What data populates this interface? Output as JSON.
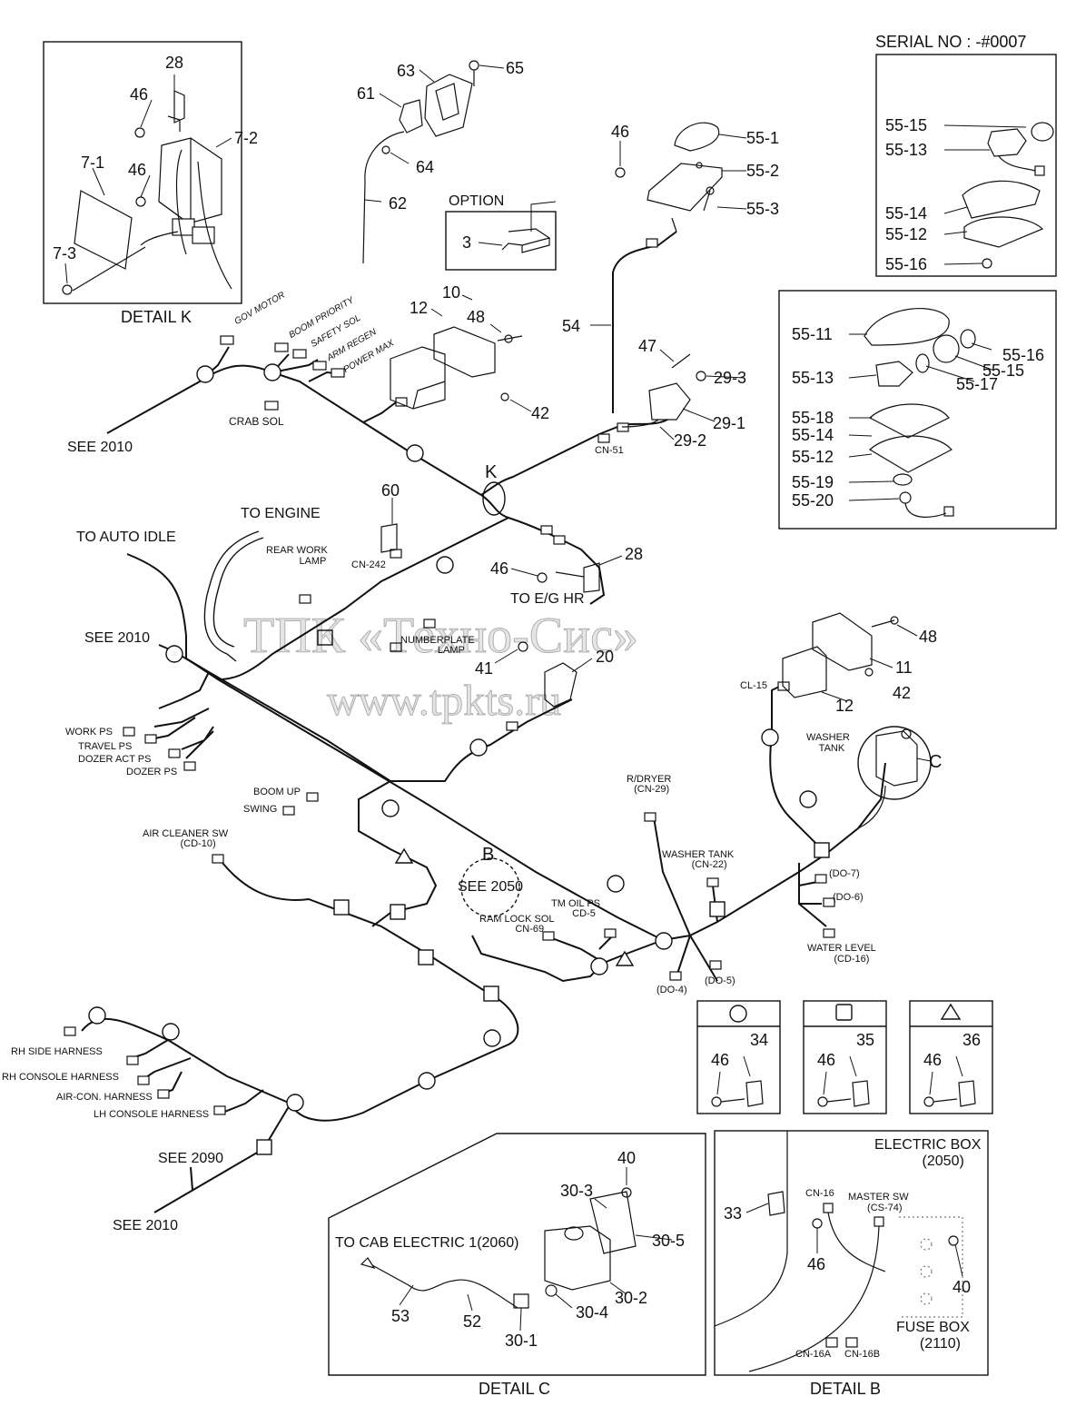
{
  "serial": "SERIAL NO : -#0007",
  "watermark": {
    "line1": "ТПК «Техно-Сис»",
    "line2": "www.tpkts.ru"
  },
  "detail_titles": {
    "k": "DETAIL K",
    "c": "DETAIL C",
    "b": "DETAIL B"
  },
  "option_label": "OPTION",
  "callouts": {
    "c28a": "28",
    "c46a": "46",
    "c72": "7-2",
    "c71": "7-1",
    "c46b": "46",
    "c73": "7-3",
    "c63": "63",
    "c65": "65",
    "c61": "61",
    "c64": "64",
    "c62": "62",
    "c46c": "46",
    "c551": "55-1",
    "c552": "55-2",
    "c553": "55-3",
    "c3": "3",
    "c5515a": "55-15",
    "c5513a": "55-13",
    "c5514a": "55-14",
    "c5512a": "55-12",
    "c5516a": "55-16",
    "c5511": "55-11",
    "c5516b": "55-16",
    "c5515b": "55-15",
    "c5513b": "55-13",
    "c5517": "55-17",
    "c5518": "55-18",
    "c5514b": "55-14",
    "c5512b": "55-12",
    "c5519": "55-19",
    "c5520": "55-20",
    "c10": "10",
    "c12a": "12",
    "c48a": "48",
    "c42a": "42",
    "c54": "54",
    "c47": "47",
    "c293": "29-3",
    "c291": "29-1",
    "c292": "29-2",
    "cK": "K",
    "c60": "60",
    "c28b": "28",
    "c46d": "46",
    "c20": "20",
    "c41": "41",
    "c48b": "48",
    "c11": "11",
    "c42b": "42",
    "c12b": "12",
    "cC": "C",
    "cB": "B",
    "c46e": "46",
    "c34": "34",
    "c46f": "46",
    "c35": "35",
    "c46g": "46",
    "c36": "36",
    "c40a": "40",
    "c303": "30-3",
    "c305": "30-5",
    "c302": "30-2",
    "c304": "30-4",
    "c301": "30-1",
    "c53": "53",
    "c52": "52",
    "c33": "33",
    "c46h": "46",
    "c40b": "40"
  },
  "labels": {
    "gov_motor": "GOV MOTOR",
    "boom_priority": "BOOM PRIORITY",
    "safety_sol": "SAFETY SOL",
    "arm_regen": "ARM REGEN",
    "power_max": "POWER MAX",
    "crab_sol": "CRAB SOL",
    "see2010a": "SEE 2010",
    "see2010b": "SEE 2010",
    "see2010c": "SEE 2010",
    "see2050": "SEE 2050",
    "see2090": "SEE 2090",
    "to_engine": "TO ENGINE",
    "to_auto_idle": "TO AUTO IDLE",
    "rear_work_lamp_1": "REAR WORK",
    "rear_work_lamp_2": "LAMP",
    "cn242": "CN-242",
    "to_eg_hr": "TO E/G HR",
    "cn51": "CN-51",
    "numberplate_1": "NUMBERPLATE",
    "numberplate_2": "LAMP",
    "cl15": "CL-15",
    "washer_tank_1": "WASHER",
    "washer_tank_2": "TANK",
    "work_ps": "WORK PS",
    "travel_ps": "TRAVEL PS",
    "dozer_act_ps": "DOZER ACT PS",
    "dozer_ps": "DOZER PS",
    "boom_up": "BOOM UP",
    "swing": "SWING",
    "air_cleaner_1": "AIR CLEANER SW",
    "air_cleaner_2": "(CD-10)",
    "rdryer_1": "R/DRYER",
    "rdryer_2": "(CN-29)",
    "washer_cn22_1": "WASHER TANK",
    "washer_cn22_2": "(CN-22)",
    "tm_oil_1": "TM OIL PS",
    "tm_oil_2": "CD-5",
    "ram_lock_1": "RAM LOCK SOL",
    "ram_lock_2": "CN-69",
    "do7": "(DO-7)",
    "do6": "(DO-6)",
    "do4": "(DO-4)",
    "do5": "(DO-5)",
    "water_level_1": "WATER LEVEL",
    "water_level_2": "(CD-16)",
    "rh_side": "RH SIDE HARNESS",
    "rh_console": "RH CONSOLE HARNESS",
    "aircon": "AIR-CON. HARNESS",
    "lh_console": "LH CONSOLE HARNESS",
    "to_cab": "TO CAB ELECTRIC 1(2060)",
    "electric_box_1": "ELECTRIC BOX",
    "electric_box_2": "(2050)",
    "cn16": "CN-16",
    "master_sw_1": "MASTER SW",
    "master_sw_2": "(CS-74)",
    "fuse_box_1": "FUSE BOX",
    "fuse_box_2": "(2110)",
    "cn16a": "CN-16A",
    "cn16b": "CN-16B"
  },
  "legend_boxes": [
    {
      "symbol": "circle"
    },
    {
      "symbol": "square"
    },
    {
      "symbol": "triangle"
    }
  ]
}
